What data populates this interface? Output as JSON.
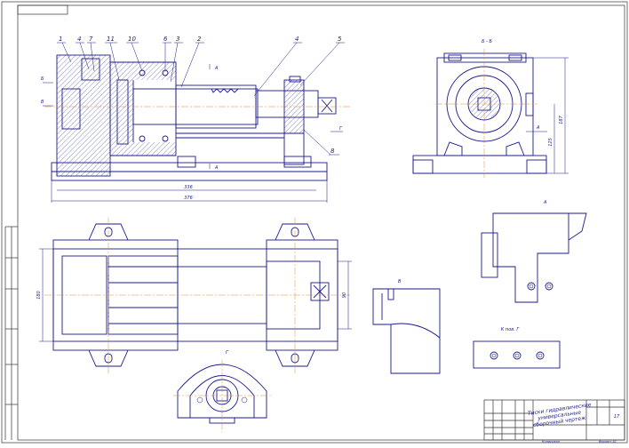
{
  "sheet": {
    "title_block": {
      "name_line1": "Тиски гидравлические",
      "name_line2": "универсальные",
      "name_line3": "сборочный чертеж",
      "sheet_count": "17",
      "format_label": "Формат А1",
      "copied_label": "Копировал"
    },
    "callouts": [
      {
        "id": "c1",
        "label": "1"
      },
      {
        "id": "c4",
        "label": "4"
      },
      {
        "id": "c7",
        "label": "7"
      },
      {
        "id": "c11",
        "label": "11"
      },
      {
        "id": "c10",
        "label": "10"
      },
      {
        "id": "c6",
        "label": "6"
      },
      {
        "id": "c3",
        "label": "3"
      },
      {
        "id": "c2",
        "label": "2"
      },
      {
        "id": "c4b",
        "label": "4"
      },
      {
        "id": "c5",
        "label": "5"
      },
      {
        "id": "c8",
        "label": "8"
      }
    ],
    "section_labels": {
      "bb_left": "Б",
      "vv_left": "В",
      "aa_top": "А",
      "aa_bottom": "А",
      "g_right": "Г",
      "view_bb": "Б - Б",
      "view_a": "А",
      "view_v": "В",
      "view_g_rot": "Г",
      "view_g_label": "К пов. Г",
      "a_arrow": "А"
    },
    "dimensions": {
      "d_lower": "376",
      "d_upper": "336",
      "d_bb_tall": "187",
      "d_bb_mid": "125",
      "d_plan_h": "180",
      "d_plan_right": "90"
    }
  }
}
